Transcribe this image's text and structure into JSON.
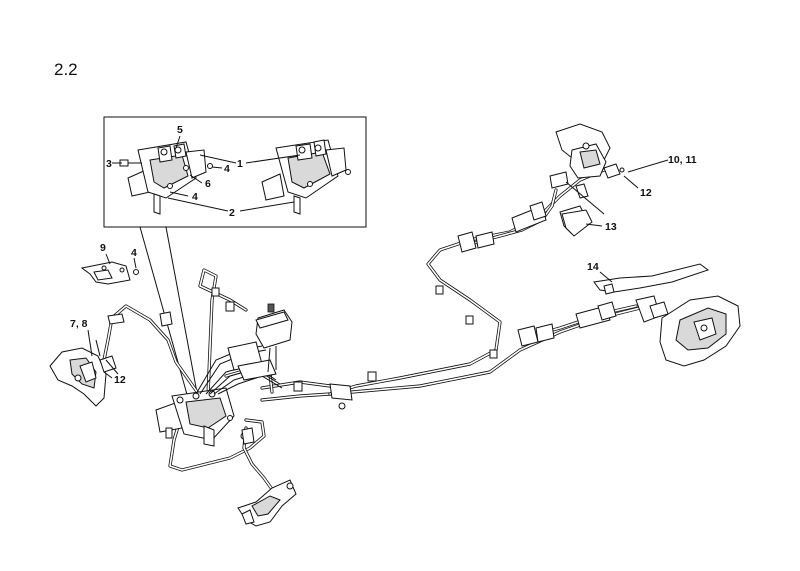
{
  "section": {
    "number": "2.2"
  },
  "callouts": [
    {
      "id": "c1",
      "text": "1"
    },
    {
      "id": "c2",
      "text": "2"
    },
    {
      "id": "c3",
      "text": "3"
    },
    {
      "id": "c4a",
      "text": "4"
    },
    {
      "id": "c4b",
      "text": "4"
    },
    {
      "id": "c4c",
      "text": "4"
    },
    {
      "id": "c5",
      "text": "5"
    },
    {
      "id": "c6",
      "text": "6"
    },
    {
      "id": "c78",
      "text": "7, 8"
    },
    {
      "id": "c9",
      "text": "9"
    },
    {
      "id": "c1011",
      "text": "10, 11"
    },
    {
      "id": "c12a",
      "text": "12"
    },
    {
      "id": "c12b",
      "text": "12"
    },
    {
      "id": "c13",
      "text": "13"
    },
    {
      "id": "c14",
      "text": "14"
    }
  ]
}
